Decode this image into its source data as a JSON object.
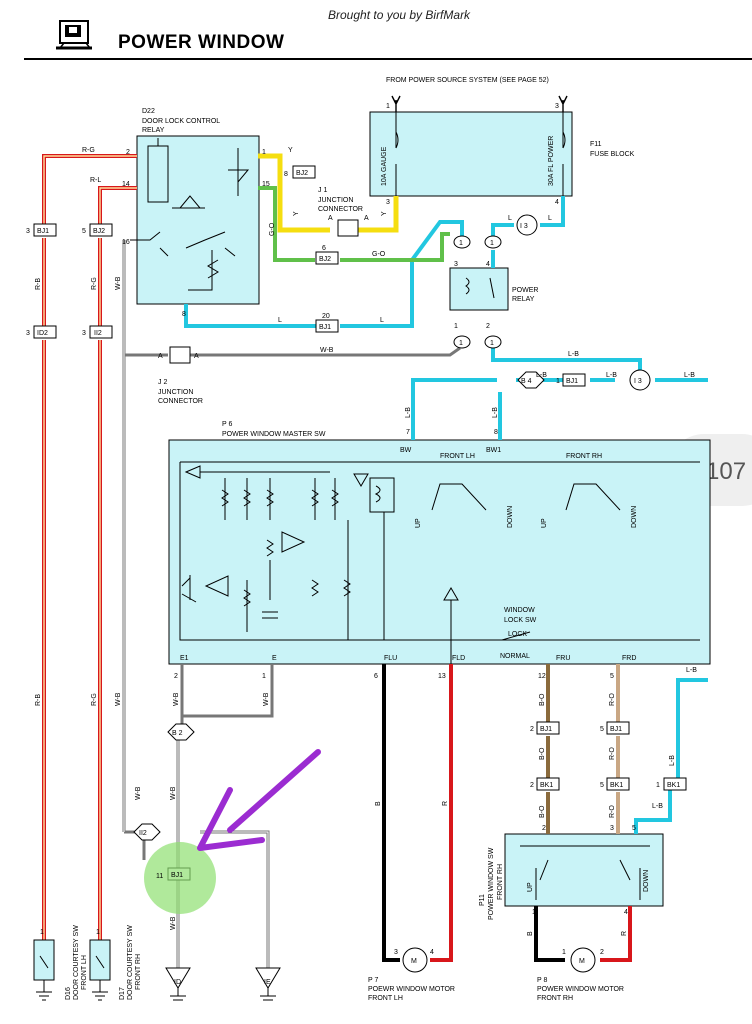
{
  "header": {
    "credit": "Brought to you by BirfMark",
    "title": "POWER WINDOW",
    "page_number": "107"
  },
  "source": {
    "label": "FROM POWER SOURCE SYSTEM (SEE PAGE 52)"
  },
  "components": {
    "d22": {
      "id": "D22",
      "line1": "DOOR LOCK CONTROL",
      "line2": "RELAY"
    },
    "f11": {
      "id": "F11",
      "line1": "FUSE BLOCK",
      "fuse1": "10A GAUGE",
      "fuse2": "30A FL POWER"
    },
    "j1": {
      "id": "J 1",
      "line1": "JUNCTION",
      "line2": "CONNECTOR"
    },
    "j2": {
      "id": "J 2",
      "line1": "JUNCTION",
      "line2": "CONNECTOR"
    },
    "relay": {
      "line1": "POWER",
      "line2": "RELAY"
    },
    "p6": {
      "id": "P 6",
      "name": "POWER WINDOW MASTER SW"
    },
    "p11": {
      "id": "P11",
      "line1": "POWER WINDOW SW",
      "line2": "FRONT RH"
    },
    "p7": {
      "id": "P 7",
      "line1": "POEWR WINDOW MOTOR",
      "line2": "FRONT LH"
    },
    "p8": {
      "id": "P 8",
      "line1": "POWER WINDOW MOTOR",
      "line2": "FRONT RH"
    },
    "d16": {
      "id": "D16",
      "line1": "DOOR COURTESY SW",
      "line2": "FRONT LH"
    },
    "d17": {
      "id": "D17",
      "line1": "DOOR COURTESY SW",
      "line2": "FRONT RH"
    }
  },
  "p6_labels": {
    "bw": "BW",
    "bw1": "BW1",
    "front_lh": "FRONT LH",
    "front_rh": "FRONT RH",
    "up": "UP",
    "down": "DOWN",
    "window_lock_1": "WINDOW",
    "window_lock_2": "LOCK SW",
    "lock": "LOCK",
    "normal": "NORMAL",
    "e1": "E1",
    "e": "E",
    "flu": "FLU",
    "fld": "FLD",
    "fru": "FRU",
    "frd": "FRD"
  },
  "connectors": {
    "bj1": "BJ1",
    "bj2": "BJ2",
    "ii2": "II2",
    "id2": "ID2",
    "bk1": "BK1",
    "b2": "B 2",
    "b4": "B 4",
    "i3": "I 3",
    "one": "1",
    "id": "ID",
    "ie": "IE",
    "motor": "M",
    "junction_a": "A"
  },
  "wire_colors": {
    "r_g": "R-G",
    "r_l": "R-L",
    "r_b": "R-B",
    "w_b": "W-B",
    "y": "Y",
    "g_o": "G-O",
    "l": "L",
    "l_b": "L-B",
    "b": "B",
    "r": "R",
    "b_o": "B-O",
    "r_o": "R-O"
  },
  "pins": {
    "p1": "1",
    "p2": "2",
    "p3": "3",
    "p4": "4",
    "p5": "5",
    "p6": "6",
    "p7": "7",
    "p8": "8",
    "p11": "11",
    "p12": "12",
    "p13": "13",
    "p14": "14",
    "p15": "15",
    "p16": "16",
    "p20": "20"
  },
  "colors": {
    "cyan_fill": "#c9f3f7",
    "wire_yellow": "#f5de10",
    "wire_cyan": "#22c7e0",
    "wire_red": "#d8171b",
    "wire_green": "#60c04a",
    "annotation_purple": "#9b2cd1",
    "highlight_green": "#8fe070"
  },
  "annotation": {
    "arrow_target": "BJ1",
    "highlight": "BJ1 pin 11"
  }
}
